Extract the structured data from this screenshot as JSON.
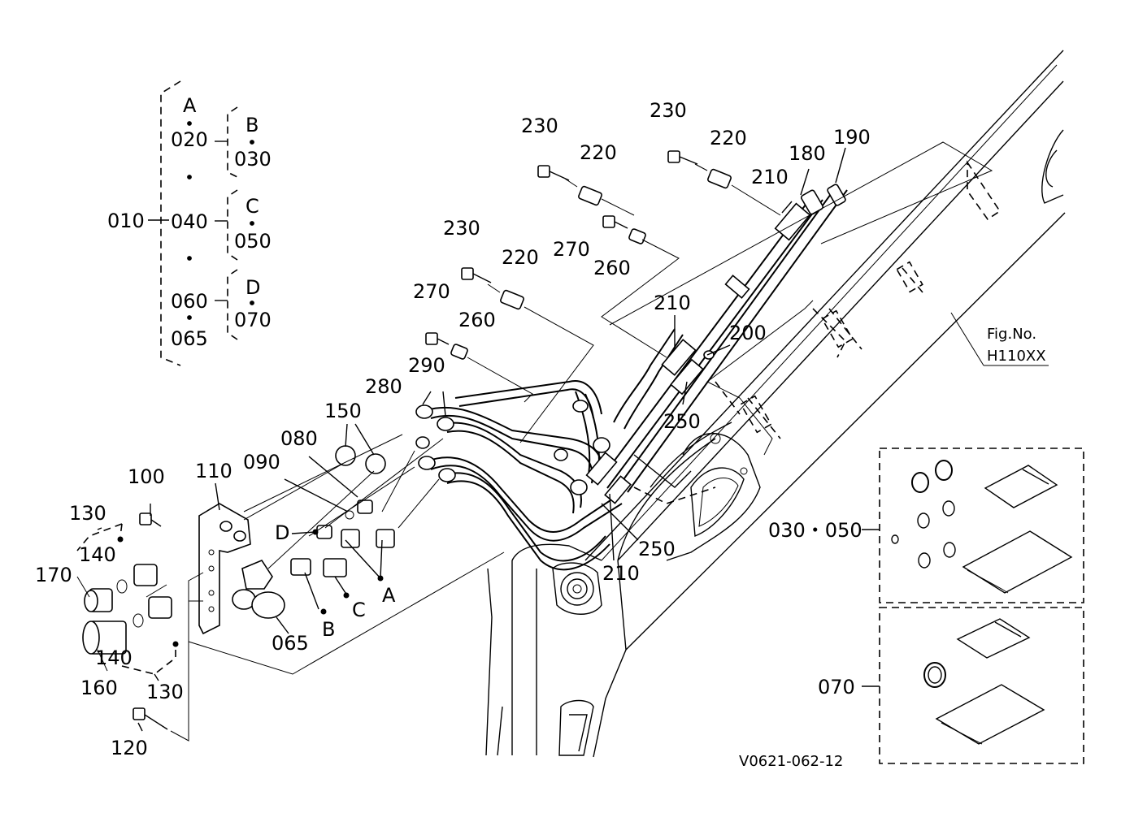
{
  "figure_no_label": "Fig.No.",
  "figure_no_value": "H110XX",
  "drawing_code": "V0621-062-12",
  "group_tree": {
    "root": "010",
    "a_letter": "A",
    "a_part": "020",
    "b_letter": "B",
    "b_part": "030",
    "mid_part": "040",
    "c_letter": "C",
    "c_part": "050",
    "low_part": "060",
    "low_part_2": "065",
    "d_letter": "D",
    "d_part": "070"
  },
  "callouts": {
    "c230a": "230",
    "c220a": "220",
    "c230b": "230",
    "c220b": "220",
    "c180": "180",
    "c190": "190",
    "c210a": "210",
    "c230c": "230",
    "c220c": "220",
    "c270a": "270",
    "c260a": "260",
    "c270b": "270",
    "c260b": "260",
    "c210b": "210",
    "c200": "200",
    "c250a": "250",
    "c280": "280",
    "c290": "290",
    "c150": "150",
    "c080": "080",
    "c090": "090",
    "c100": "100",
    "c110": "110",
    "c130a": "130",
    "c140a": "140",
    "c170": "170",
    "cD": "D",
    "cA": "A",
    "cB": "B",
    "cC": "C",
    "c065": "065",
    "c250b": "250",
    "c210c": "210",
    "c140b": "140",
    "c160": "160",
    "c130b": "130",
    "c120": "120"
  },
  "kit_boxes": {
    "box1_label": "030・050",
    "box2_label": "070"
  }
}
